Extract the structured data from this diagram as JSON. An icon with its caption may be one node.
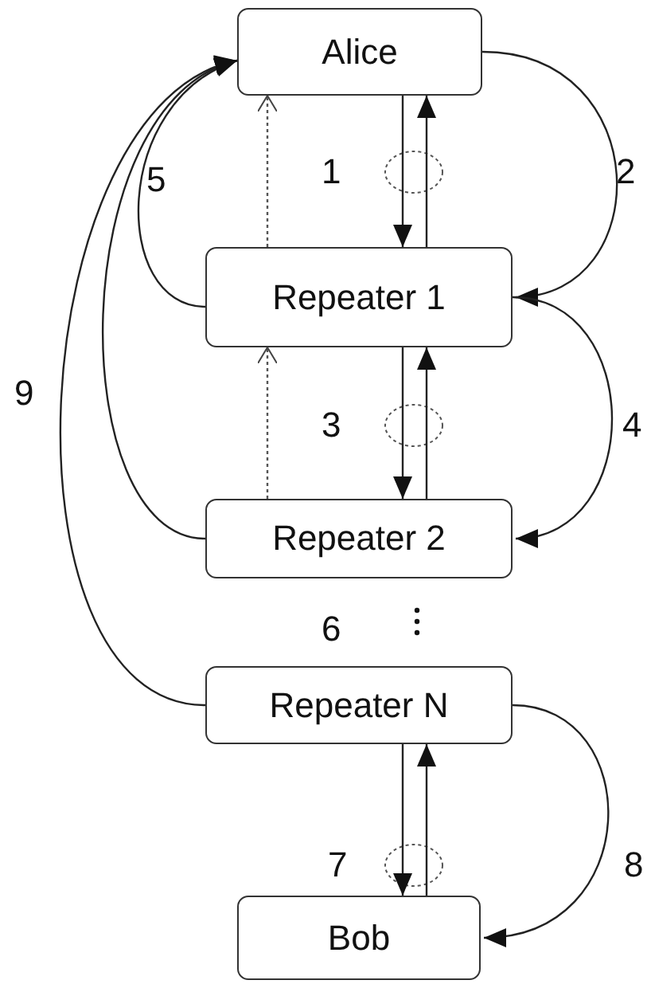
{
  "diagram": {
    "nodes": [
      {
        "text": [
          "Alice"
        ]
      },
      {
        "text": [
          "Repeater 1"
        ]
      },
      {
        "text": [
          "Repeater 2"
        ]
      },
      {
        "text": [
          "Repeater N"
        ]
      },
      {
        "text": [
          "Bob"
        ]
      }
    ],
    "edges": [
      {
        "from": 0,
        "to": 1,
        "arrow": "to"
      },
      {
        "from": 1,
        "to": 0,
        "arrow": "to"
      },
      {
        "from": 0,
        "to": 1,
        "arrow": "to"
      },
      {
        "from": 1,
        "to": 0,
        "arrow": "to",
        "style": "dashed"
      },
      {
        "from": 1,
        "to": 0,
        "arrow": "to"
      },
      {
        "from": 1,
        "to": 2,
        "arrow": "to"
      },
      {
        "from": 2,
        "to": 1,
        "arrow": "to"
      },
      {
        "from": 1,
        "to": 2,
        "arrow": "to"
      },
      {
        "from": 2,
        "to": 1,
        "arrow": "to",
        "style": "dashed"
      },
      {
        "from": 2,
        "to": 0,
        "arrow": "to"
      },
      {
        "from": 3,
        "to": 4,
        "arrow": "to"
      },
      {
        "from": 4,
        "to": 3,
        "arrow": "to"
      },
      {
        "from": 3,
        "to": 4,
        "arrow": "to"
      },
      {
        "from": 3,
        "to": 0,
        "arrow": "to"
      }
    ],
    "labels": [
      "5",
      "1",
      "2",
      "9",
      "3",
      "4",
      "6",
      "7",
      "8"
    ]
  }
}
